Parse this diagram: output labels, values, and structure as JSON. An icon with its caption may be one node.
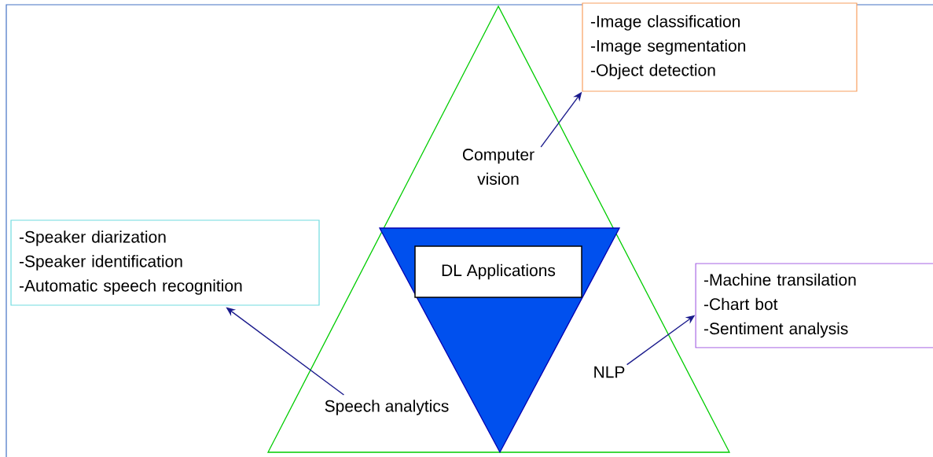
{
  "diagram": {
    "nodes": [
      {
        "text": [],
        "shape": "triangle"
      },
      {
        "text": [
          "-Image classification",
          "-Image segmentation",
          "-Object detection"
        ]
      },
      {
        "text": [
          "Computer vision"
        ],
        "in": 0
      },
      {
        "text": [
          "-Speaker diarization",
          "-Speaker identification",
          "-Automatic speech recognition"
        ]
      },
      {
        "text": [],
        "shape": "triangle",
        "in": 0
      },
      {
        "text": [
          "DL Applications"
        ],
        "in": 4
      },
      {
        "text": [
          "-Machine transilation",
          "-Chart bot",
          "-Sentiment analysis"
        ]
      },
      {
        "text": [
          "NLP"
        ],
        "in": 0
      },
      {
        "text": [
          "Speech analytics"
        ],
        "in": 0
      }
    ],
    "edges": [
      {
        "from": 2,
        "to": 1,
        "arrow": "to"
      },
      {
        "from": 8,
        "to": 3,
        "arrow": "to"
      },
      {
        "from": 7,
        "to": 6,
        "arrow": "to"
      }
    ]
  }
}
